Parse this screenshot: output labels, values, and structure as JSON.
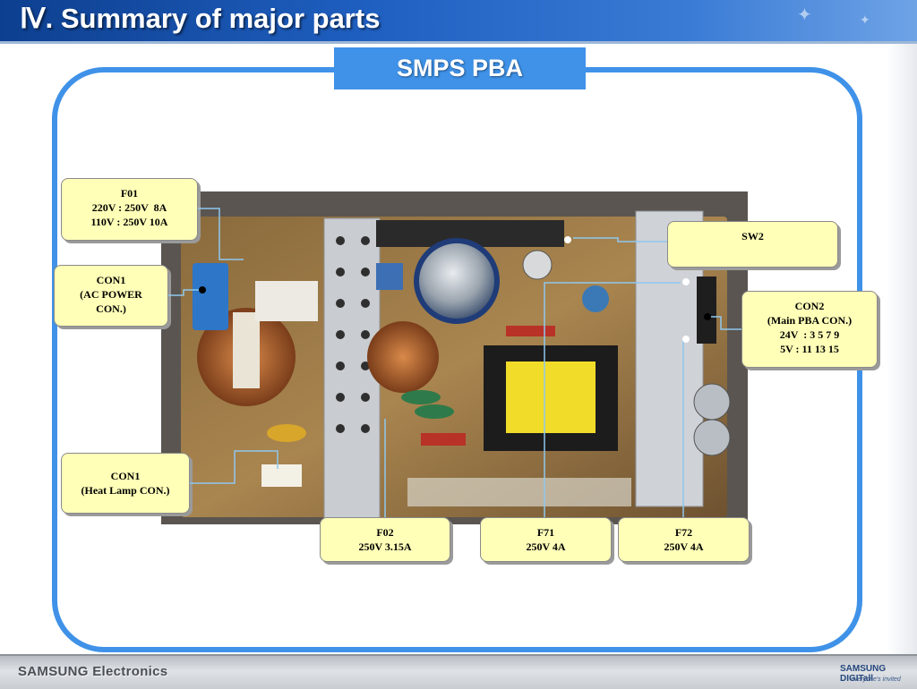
{
  "header": {
    "title": "Ⅳ. Summary of major parts"
  },
  "section": {
    "title": "SMPS PBA"
  },
  "callouts": {
    "f01": {
      "lines": [
        "F01",
        "220V : 250V  8A",
        "110V : 250V 10A"
      ]
    },
    "con1_ac": {
      "lines": [
        "CON1",
        "(AC POWER",
        "CON.)"
      ]
    },
    "con1_lamp": {
      "lines": [
        "CON1",
        "(Heat Lamp CON.)"
      ]
    },
    "f02": {
      "lines": [
        "F02",
        "250V 3.15A"
      ]
    },
    "f71": {
      "lines": [
        "F71",
        "250V 4A"
      ]
    },
    "f72": {
      "lines": [
        "F72",
        "250V 4A"
      ]
    },
    "sw2": {
      "lines": [
        "SW2"
      ]
    },
    "con2": {
      "lines": [
        "CON2",
        "(Main PBA CON.)",
        "24V  : 3 5 7 9",
        "5V : 11 13 15"
      ]
    }
  },
  "photo": {
    "description": "SMPS board photo"
  },
  "footer": {
    "brand": "SAMSUNG Electronics",
    "logo": "SAMSUNG DIGITall",
    "tagline": "everyone's invited"
  },
  "colors": {
    "header": "#1f5fc0",
    "frame": "#3f92e8",
    "callout": "#ffffb8"
  }
}
